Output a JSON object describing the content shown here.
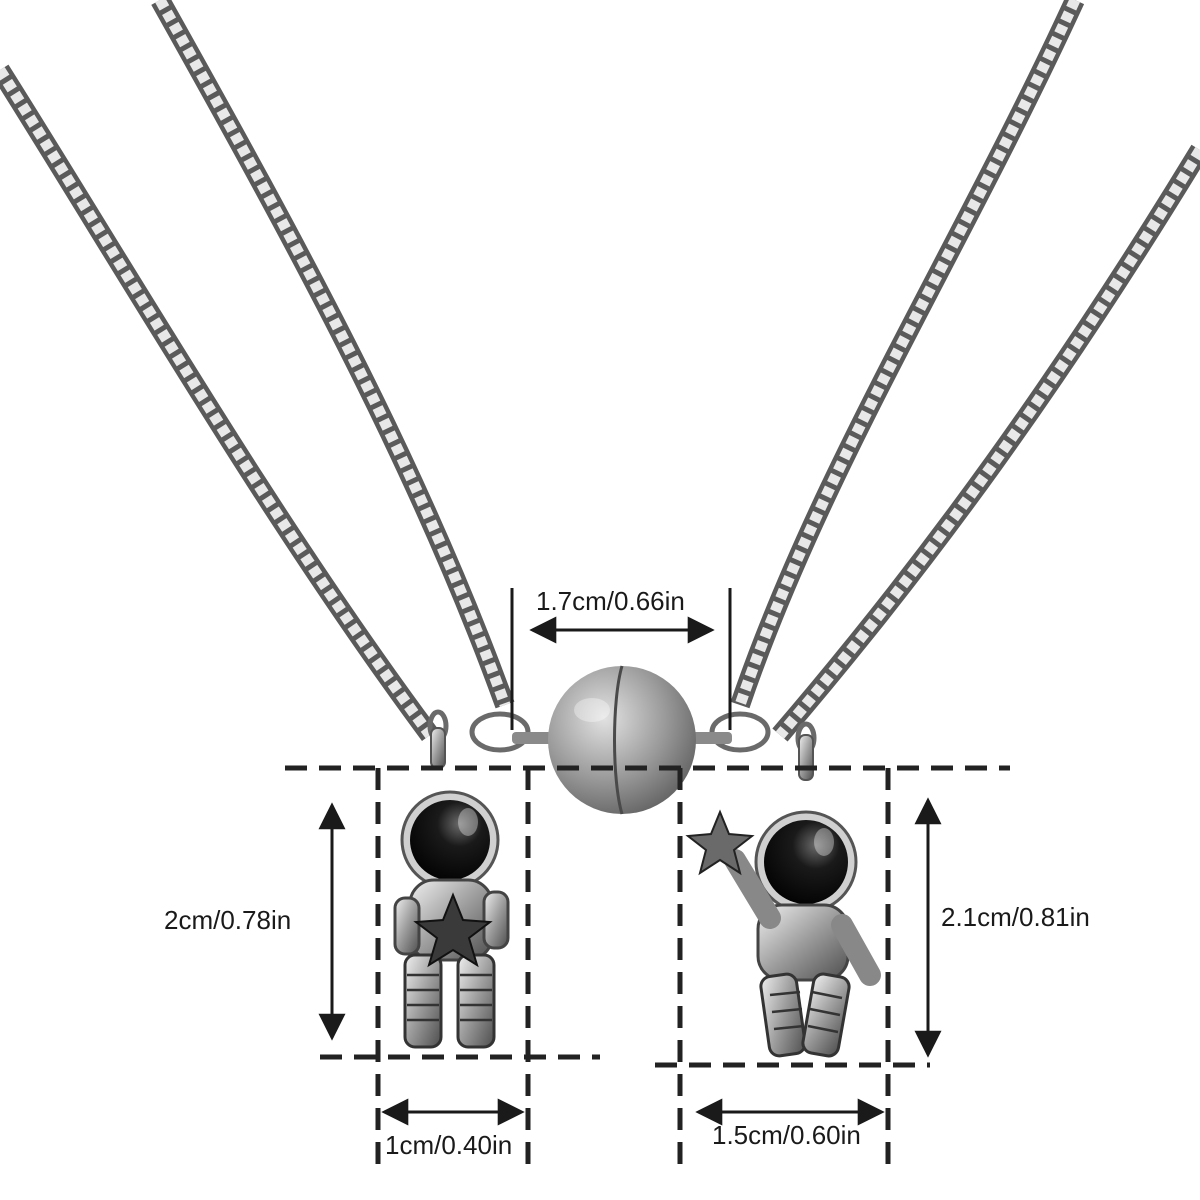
{
  "dimensions": {
    "clasp_width": "1.7cm/0.66in",
    "left_height": "2cm/0.78in",
    "left_width": "1cm/0.40in",
    "right_height": "2.1cm/0.81in",
    "right_width": "1.5cm/0.60in"
  },
  "colors": {
    "chain_outer": "#5a5a5a",
    "chain_inner": "#e6e6e6",
    "metal": "#a8a8a8",
    "helmet": "#111111",
    "guide_lines": "#222222"
  }
}
